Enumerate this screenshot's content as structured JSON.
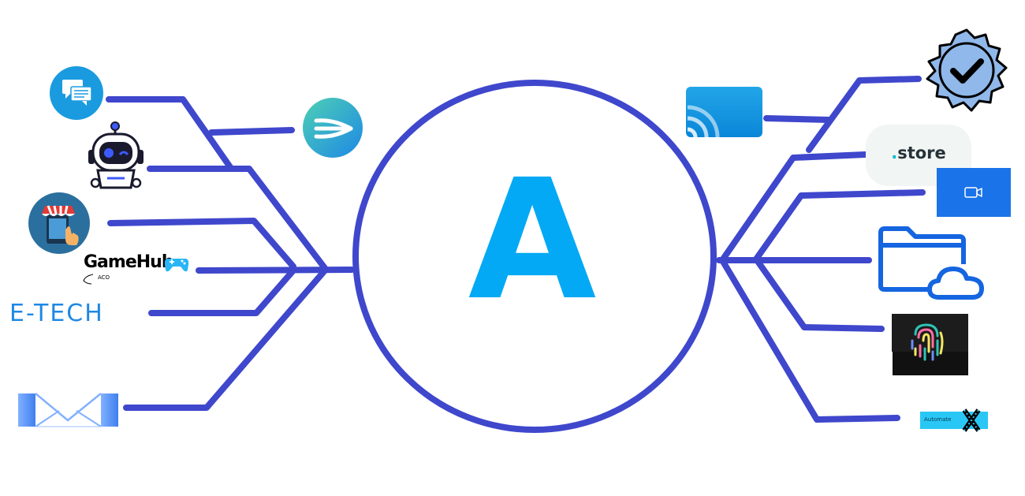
{
  "hub": {
    "letter": "A",
    "color": "#03a9f4"
  },
  "connector_color": "#3f47cc",
  "left_nodes": [
    {
      "name": "chat-app",
      "icon": "chat-bubbles-icon"
    },
    {
      "name": "swiftkey-app",
      "icon": "swiftkey-icon"
    },
    {
      "name": "robot-app",
      "icon": "robot-icon"
    },
    {
      "name": "shop-app",
      "icon": "shop-touch-icon"
    },
    {
      "name": "gamehub-app",
      "icon": "gamepad-icon",
      "title": "GameHub",
      "subtitle": "ACO"
    },
    {
      "name": "etech-app",
      "label": "E-TECH"
    },
    {
      "name": "mail-app",
      "icon": "envelope-icon"
    }
  ],
  "right_nodes": [
    {
      "name": "verified-app",
      "icon": "verified-badge-icon"
    },
    {
      "name": "cast-app",
      "icon": "cast-icon"
    },
    {
      "name": "store-app",
      "label_dot": ".",
      "label": "store"
    },
    {
      "name": "video-app",
      "icon": "video-camera-icon"
    },
    {
      "name": "cloud-folder-app",
      "icon": "cloud-folder-icon"
    },
    {
      "name": "fingerprint-app",
      "icon": "fingerprint-icon"
    },
    {
      "name": "automate-app",
      "label": "Automate",
      "icon": "cross-icon"
    }
  ]
}
